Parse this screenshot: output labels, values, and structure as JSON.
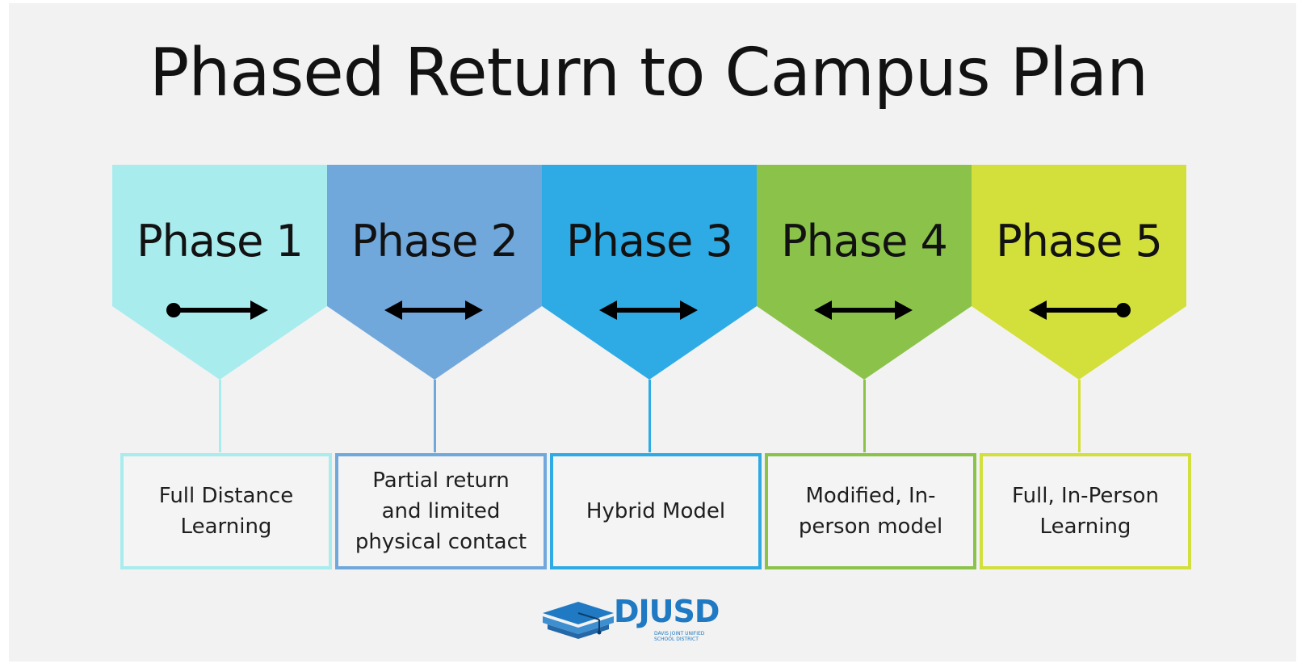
{
  "title": "Phased Return to Campus Plan",
  "phases": [
    {
      "label": "Phase 1",
      "color": "#a8ecee",
      "arrow": "dot-left-arrow-right",
      "description": [
        "Full Distance",
        "Learning"
      ]
    },
    {
      "label": "Phase 2",
      "color": "#71a8dc",
      "arrow": "double-arrow",
      "description": [
        "Partial return",
        "and limited",
        "physical contact"
      ]
    },
    {
      "label": "Phase 3",
      "color": "#2eabe4",
      "arrow": "double-arrow",
      "description": [
        "Hybrid Model"
      ]
    },
    {
      "label": "Phase 4",
      "color": "#8bc34a",
      "arrow": "double-arrow",
      "description": [
        "Modified, In-",
        "person model"
      ]
    },
    {
      "label": "Phase 5",
      "color": "#d3df3a",
      "arrow": "arrow-left-dot-right",
      "description": [
        "Full, In-Person",
        "Learning"
      ]
    }
  ],
  "logo": {
    "name": "DJUSD",
    "subtitle": "DAVIS JOINT UNIFIED SCHOOL DISTRICT",
    "icon": "graduation-cap-book-icon",
    "color": "#1f7ac3"
  }
}
